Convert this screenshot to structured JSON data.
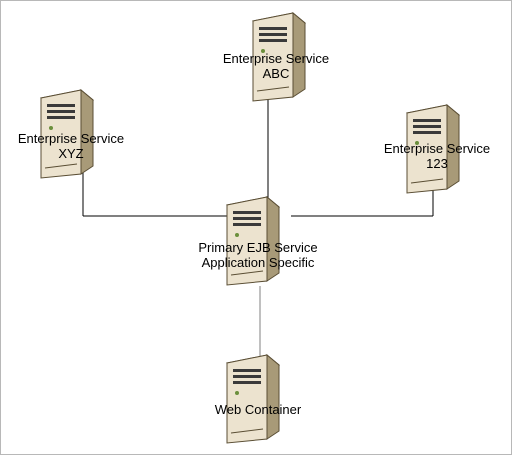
{
  "nodes": {
    "abc": {
      "line1": "Enterprise Service",
      "line2": "ABC"
    },
    "xyz": {
      "line1": "Enterprise Service",
      "line2": "XYZ"
    },
    "s123": {
      "line1": "Enterprise Service",
      "line2": "123"
    },
    "primary": {
      "line1": "Primary EJB Service",
      "line2": "Application Specific"
    },
    "web": {
      "line1": "Web Container"
    }
  },
  "colors": {
    "server_front": "#ece3cf",
    "server_side": "#a89a78",
    "server_top": "#f6f1e4",
    "server_shadow": "#5a4e34",
    "connector": "#000000",
    "connector_web": "#808080"
  },
  "icons": [
    "server-icon"
  ]
}
